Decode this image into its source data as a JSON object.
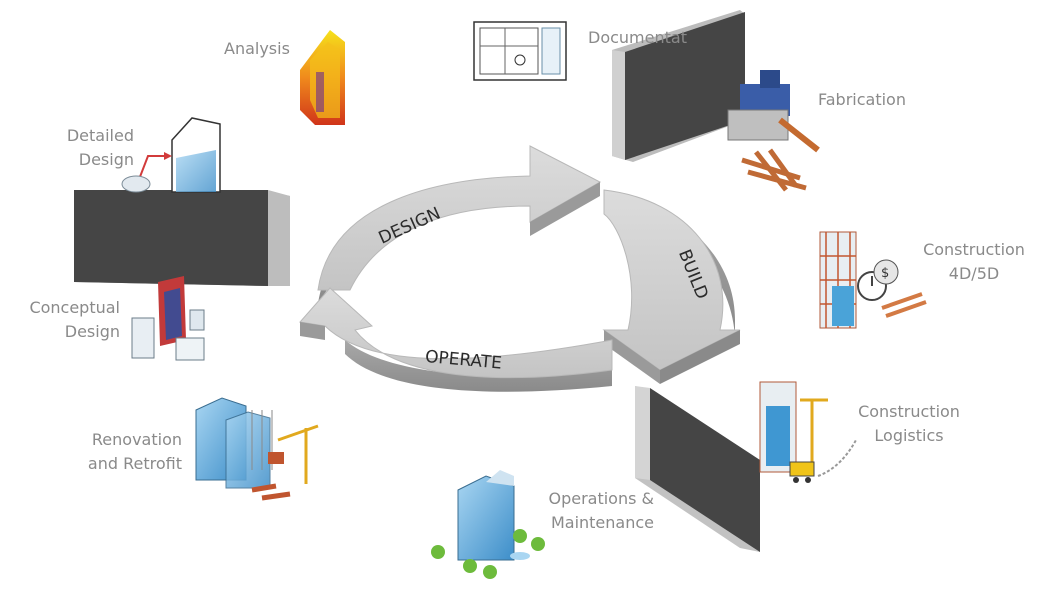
{
  "cycle": {
    "design": "DESIGN",
    "build": "BUILD",
    "operate": "OPERATE"
  },
  "stages": {
    "analysis": "Analysis",
    "documentation": "Documentation",
    "fabrication": "Fabrication",
    "construction_4d5d_line1": "Construction",
    "construction_4d5d_line2": "4D/5D",
    "logistics_line1": "Construction",
    "logistics_line2": "Logistics",
    "operations_line1": "Operations &",
    "operations_line2": "Maintenance",
    "renovation_line1": "Renovation",
    "renovation_line2": "and Retrofit",
    "conceptual_line1": "Conceptual",
    "conceptual_line2": "Design",
    "detailed_line1": "Detailed",
    "detailed_line2": "Design"
  },
  "colors": {
    "arrow_top": "#d4d4d4",
    "arrow_side": "#9c9c9c",
    "panel_dark": "#4a4a4a",
    "label_gray": "#8a8a8a"
  }
}
